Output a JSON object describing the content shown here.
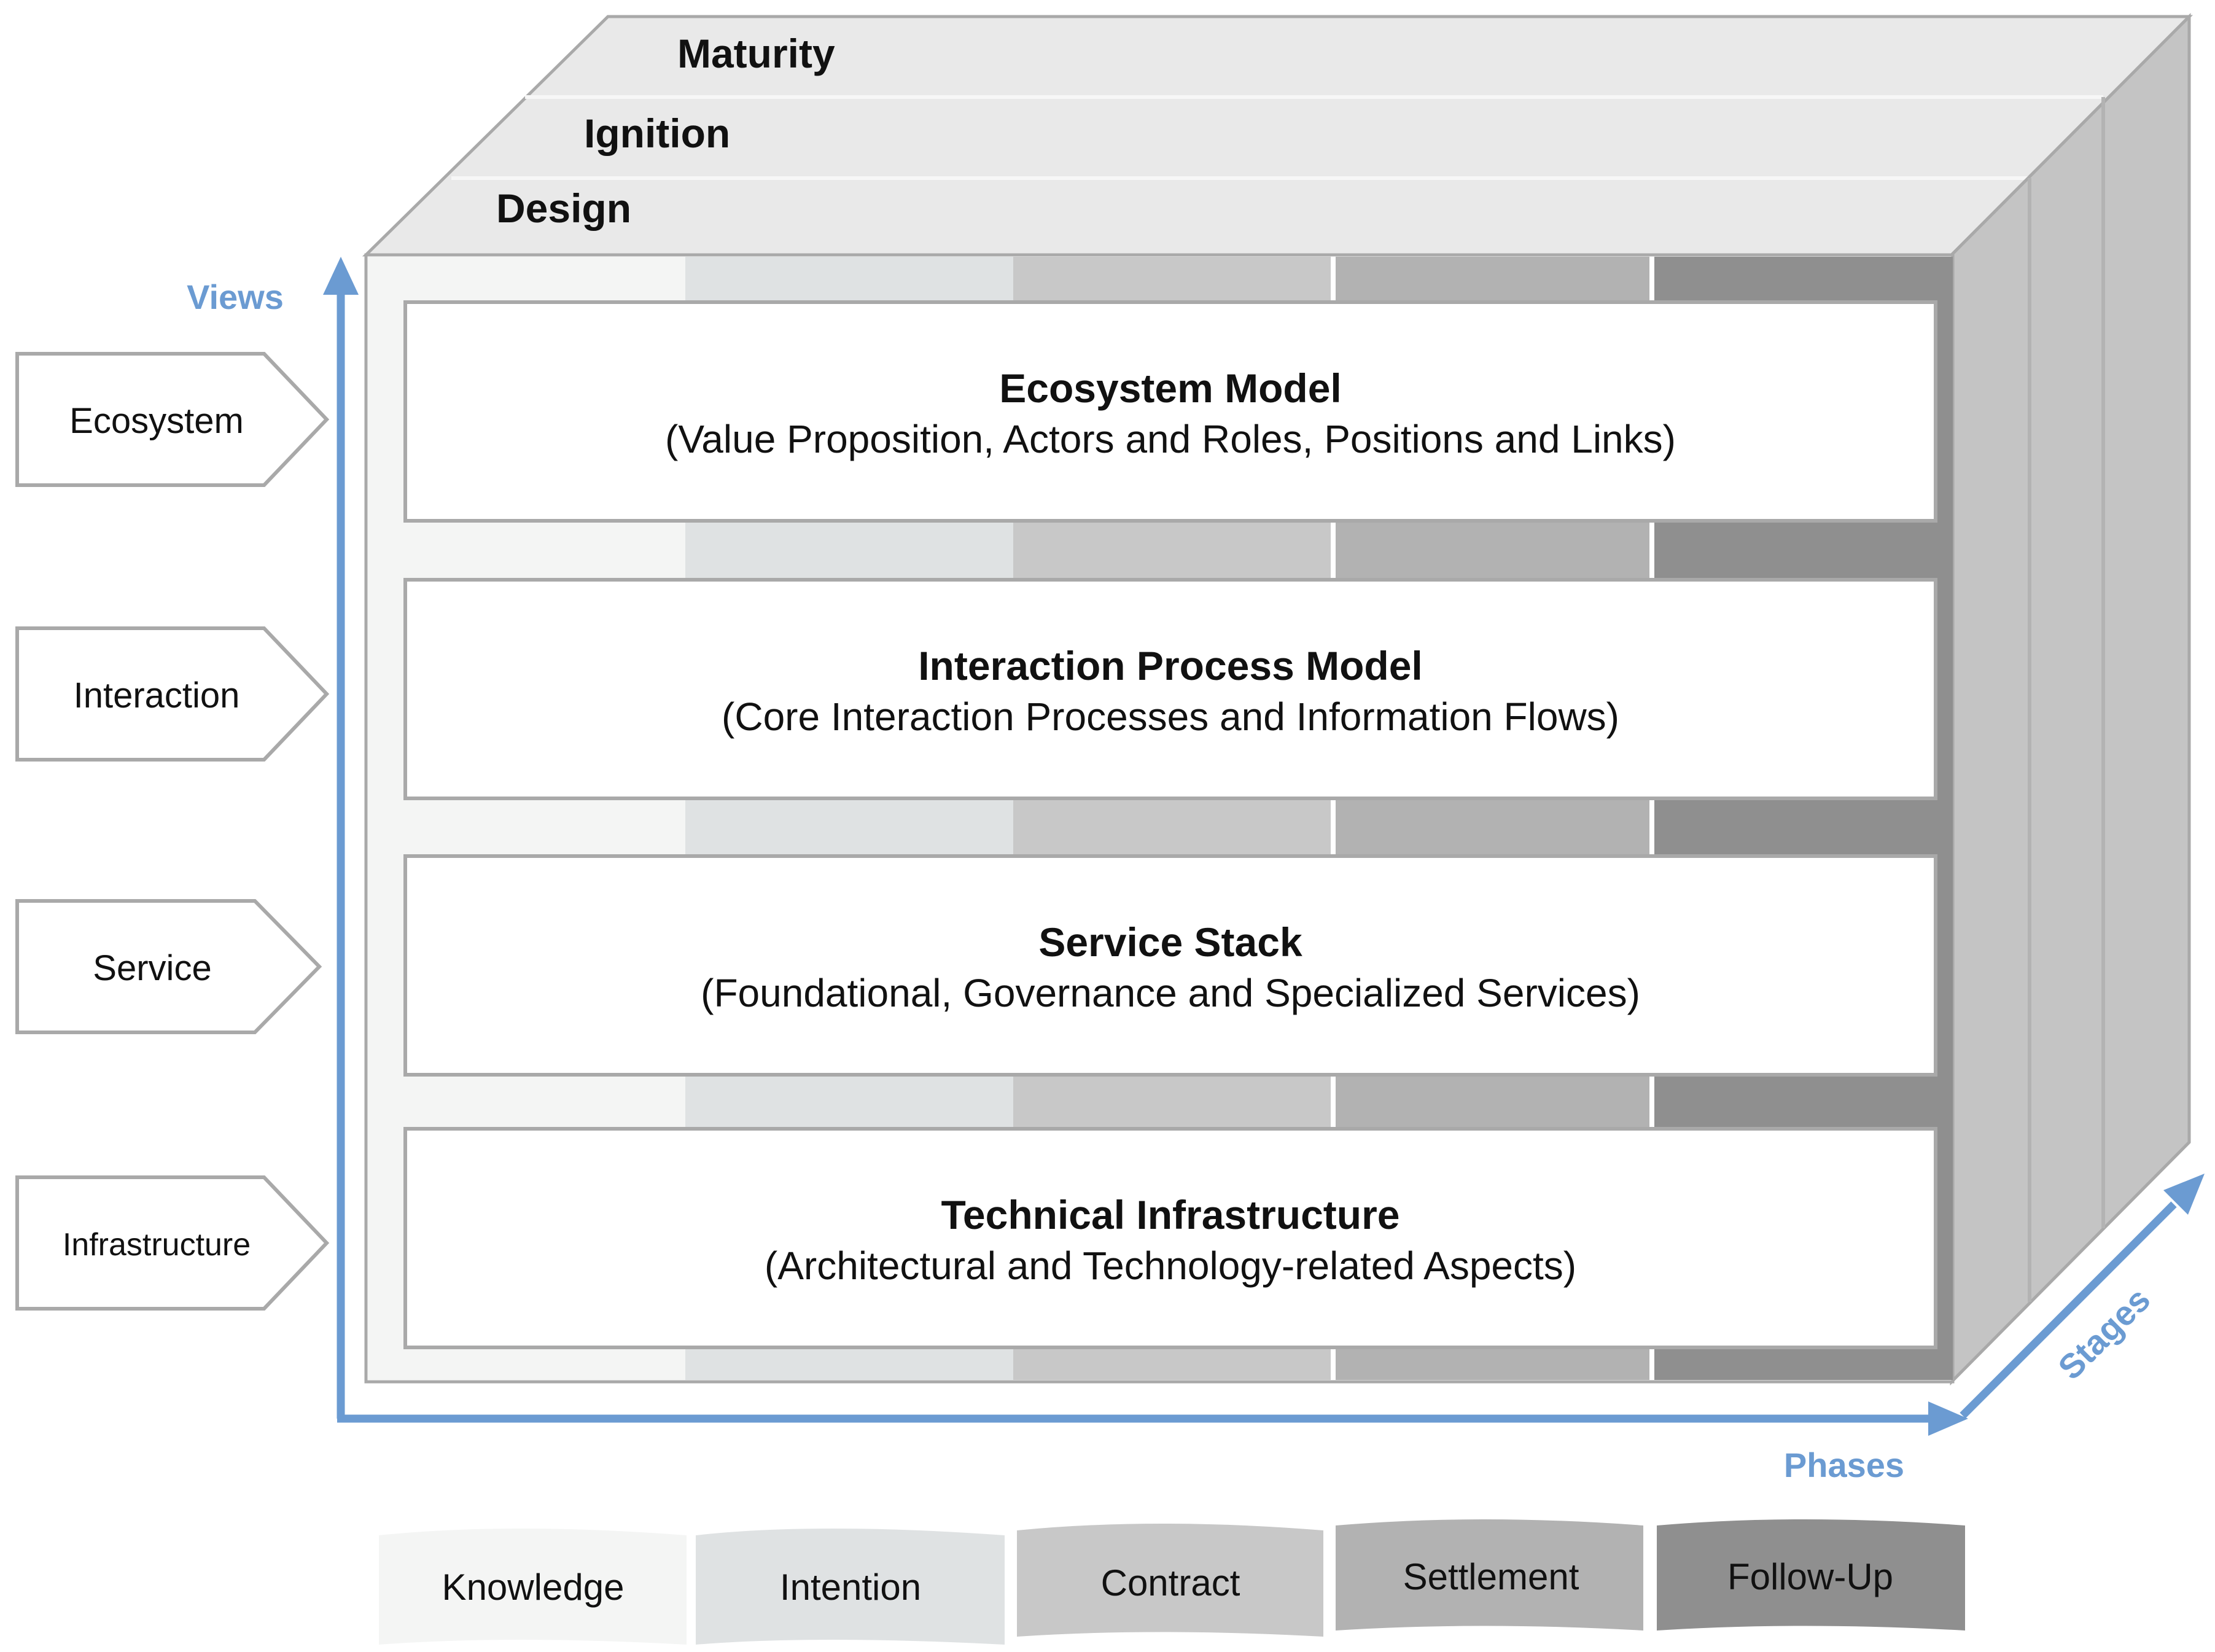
{
  "stages": [
    "Maturity",
    "Ignition",
    "Design"
  ],
  "axes": {
    "views": "Views",
    "phases": "Phases",
    "stages": "Stages"
  },
  "view_tags": [
    "Ecosystem",
    "Interaction",
    "Service",
    "Infrastructure"
  ],
  "layers": [
    {
      "title": "Ecosystem Model",
      "subtitle": "(Value Proposition, Actors and Roles, Positions and Links)"
    },
    {
      "title": "Interaction Process Model",
      "subtitle": "(Core Interaction Processes and Information Flows)"
    },
    {
      "title": "Service Stack",
      "subtitle": "(Foundational, Governance and Specialized Services)"
    },
    {
      "title": "Technical Infrastructure",
      "subtitle": "(Architectural and Technology-related Aspects)"
    }
  ],
  "phases": [
    {
      "label": "Knowledge",
      "color": "#f4f5f4"
    },
    {
      "label": "Intention",
      "color": "#dfe2e3"
    },
    {
      "label": "Contract",
      "color": "#c8c8c8"
    },
    {
      "label": "Settlement",
      "color": "#b2b2b2"
    },
    {
      "label": "Follow-Up",
      "color": "#8f8f8f"
    }
  ],
  "colors": {
    "axis": "#6b9bd2",
    "top_face": "#e9e9e9",
    "side_face": "#c4c4c4",
    "edge": "#a9a9a9"
  }
}
